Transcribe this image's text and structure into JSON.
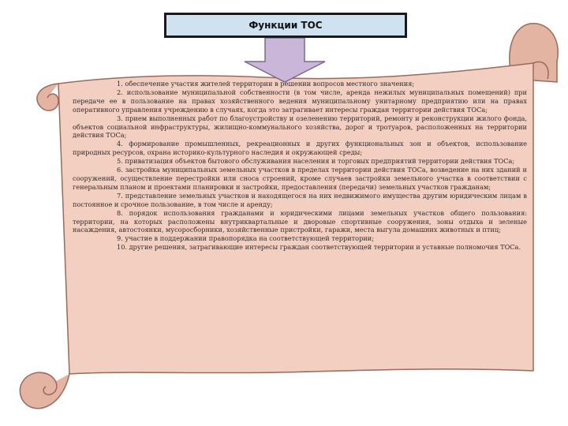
{
  "title": "Функции ТОС",
  "colors": {
    "parchment": "#f2cfc0",
    "parchment_shade": "#e3b4a2",
    "outline": "#9a6a5a",
    "title_fill": "#cfe2f0",
    "arrow_fill": "#c9b6d8",
    "arrow_outline": "#7b6a8c"
  },
  "items": [
    "1. обеспечение участия жителей территории в решении вопросов местного значения;",
    "2. использование муниципальной собственности (в том числе, аренда нежилых муниципальных помещений) при передаче ее в пользование на правах хозяйственного ведения муниципальному унитарному предприятию или на правах оперативного управления учреждению в случаях, когда это затрагивает интересы граждан территории действия ТОСа;",
    "3. прием выполненных работ по благоустройству и озеленению территорий, ремонту и реконструкции жилого фонда, объектов социальной инфраструктуры, жилищно-коммунального хозяйства, дорог и тротуаров, расположенных на территории действия ТОСа;",
    "4. формирование промышленных, рекреационных и других функциональных зон и объектов, использование природных ресурсов, охрана историко-культурного наследия и окружающей среды;",
    "5. приватизация объектов бытового обслуживания населения и торговых предприятий территории действия ТОСа;",
    "6. застройка муниципальных земельных участков в пределах территории действия ТОСа, возведение на них зданий и сооружений, осуществление перестройки или сноса строений, кроме случаев застройки земельного участка в соответствии с генеральным планом и проектами планировки и застройки, предоставления (передачи) земельных участков гражданам;",
    "7. представление земельных участков и находящегося на них недвижимого имущества другим юридическим лицам в постоянное и срочное пользование, в том числе и аренду;",
    "8. порядок использования гражданами и юридическими лицами земельных участков общего пользования: территории, на которых расположены внутриквартальные и дворовые спортивные сооружения, зоны отдыха и зеленые насаждения, автостоянки, мусоросборники, хозяйственные пристройки, гаражи, места выгула домашних животных и птиц;",
    "9. участие в поддержании правопорядка на соответствующей территории;",
    "10. другие решения, затрагивающие интересы граждан соответствующей территории и уставные полномочия ТОСа."
  ]
}
